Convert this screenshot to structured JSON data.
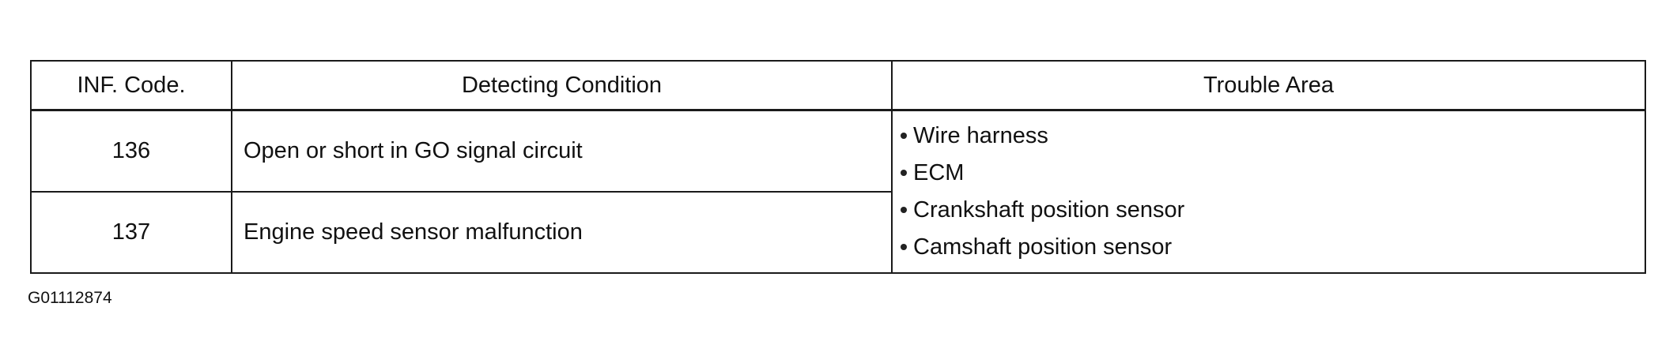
{
  "table": {
    "headers": [
      "INF. Code.",
      "Detecting Condition",
      "Trouble Area"
    ],
    "rows": [
      {
        "code": "136",
        "condition": "Open or short in GO signal circuit"
      },
      {
        "code": "137",
        "condition": "Engine speed sensor malfunction"
      }
    ],
    "trouble_areas": [
      "Wire harness",
      "ECM",
      "Crankshaft position sensor",
      "Camshaft position sensor"
    ]
  },
  "figure_id": "G01112874"
}
